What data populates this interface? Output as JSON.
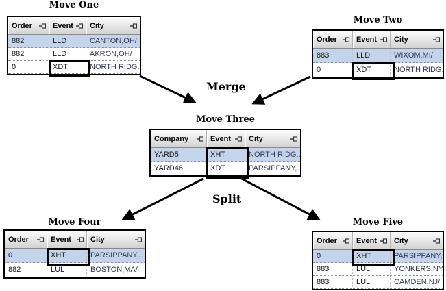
{
  "labels": {
    "merge": "Merge",
    "split": "Split"
  },
  "colors": {
    "selection_row": "#c4d4ea",
    "table_border": "#000000",
    "header_gradient_top": "#fdfdfd",
    "header_gradient_bottom": "#d2d2d2",
    "city_text": "#333a52",
    "arrow": "#000000"
  },
  "icons": {
    "column_pin": "pin-icon"
  },
  "tables": {
    "move_one": {
      "title": "Move One",
      "columns": [
        "Order",
        "Event",
        "City"
      ],
      "rows": [
        [
          "882",
          "LLD",
          "CANTON,OH/"
        ],
        [
          "882",
          "LLD",
          "AKRON,OH/"
        ],
        [
          "0",
          "XDT",
          "NORTH RIDG..."
        ]
      ],
      "selected_row_index": 0,
      "event_box_rows": [
        2
      ]
    },
    "move_two": {
      "title": "Move Two",
      "columns": [
        "Order",
        "Event",
        "City"
      ],
      "rows": [
        [
          "883",
          "LLD",
          "WIXOM,MI/"
        ],
        [
          "0",
          "XDT",
          "NORTH RIDG..."
        ]
      ],
      "selected_row_index": 0,
      "event_box_rows": [
        1
      ]
    },
    "move_three": {
      "title": "Move Three",
      "columns": [
        "Company",
        "Event",
        "City"
      ],
      "rows": [
        [
          "YARD5",
          "XHT",
          "NORTH RIDG..."
        ],
        [
          "YARD46",
          "XDT",
          "PARSIPPANY,..."
        ]
      ],
      "selected_row_index": 0,
      "event_box_rows": [
        0,
        1
      ]
    },
    "move_four": {
      "title": "Move Four",
      "columns": [
        "Order",
        "Event",
        "City"
      ],
      "rows": [
        [
          "0",
          "XHT",
          "PARSIPPANY..."
        ],
        [
          "882",
          "LUL",
          "BOSTON,MA/"
        ]
      ],
      "selected_row_index": 0,
      "event_box_rows": [
        0
      ]
    },
    "move_five": {
      "title": "Move Five",
      "columns": [
        "Order",
        "Event",
        "City"
      ],
      "rows": [
        [
          "0",
          "XHT",
          "PARSIPPANY,..."
        ],
        [
          "883",
          "LUL",
          "YONKERS,NY/"
        ],
        [
          "883",
          "LUL",
          "CAMDEN,NJ/"
        ]
      ],
      "selected_row_index": 0,
      "event_box_rows": [
        0
      ]
    }
  }
}
